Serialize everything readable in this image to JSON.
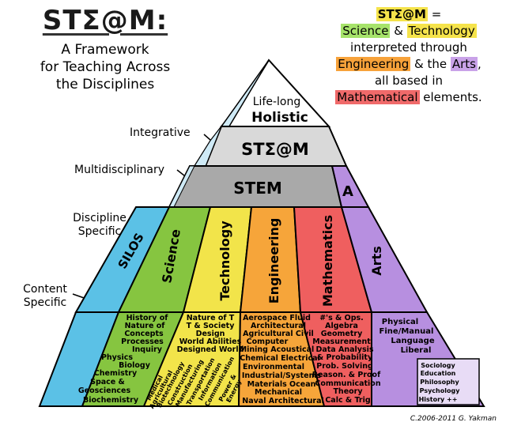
{
  "left_header": {
    "logo": "STΣ@M:",
    "subtitle_lines": [
      "A Framework",
      "for Teaching Across",
      "the Disciplines"
    ]
  },
  "right_header": {
    "line1_logo": "STΣ@M",
    "line1_eq": " =",
    "line2_a": "Science",
    "line2_amp": " & ",
    "line2_b": "Technology",
    "line3": "interpreted through",
    "line4_a": "Engineering",
    "line4_mid": " & the ",
    "line4_b": "Arts",
    "line4_end": ",",
    "line5": "all based in",
    "line6_a": "Mathematical",
    "line6_b": " elements."
  },
  "levels": {
    "integrative": "Integrative",
    "multidisciplinary": "Multidisciplinary",
    "discipline_specific": [
      "Discipline",
      "Specific"
    ],
    "content_specific": [
      "Content",
      "Specific"
    ]
  },
  "pyramid": {
    "tier_holistic": [
      "Life-long",
      "Holistic"
    ],
    "tier_steam": "STΣ@M",
    "tier_stem": "STEM",
    "tier_a": "A",
    "columns": {
      "silos": "SILOS",
      "science": "Science",
      "technology": "Technology",
      "engineering": "Engineering",
      "mathematics": "Mathematics",
      "arts": "Arts"
    },
    "content": {
      "science": [
        "History of",
        "Nature of",
        "Concepts",
        "Processes",
        "Inquiry",
        "Physics",
        "Biology",
        "Chemistry",
        "Space &",
        "Geosciences",
        "Biochemistry"
      ],
      "technology": [
        "Nature of T",
        "T & Society",
        "Design",
        "World Abilities",
        "Designed World",
        "Medical",
        "Agricultural",
        "Biotechnology",
        "Construction",
        "Manufacturing",
        "Transportation",
        "Information",
        "Communication",
        "Power &",
        "Energy"
      ],
      "engineering": [
        "Aerospace Fluid",
        "Architectural",
        "Agricultural Civil",
        "Computer",
        "Mining Acoustical",
        "Chemical Electrical",
        "Environmental",
        "Industrial/Systems",
        "Materials Ocean",
        "Mechanical",
        "Naval Architectural"
      ],
      "mathematics": [
        "#'s & Ops.",
        "Algebra",
        "Geometry",
        "Measurement",
        "Data Analysis",
        "& Probability",
        "Prob. Solving",
        "Reason. & Proof",
        "Communication",
        "Theory",
        "Calc & Trig"
      ],
      "arts": [
        "Physical",
        "Fine/Manual",
        "Language",
        "Liberal"
      ],
      "arts_sub": [
        "Sociology",
        "Education",
        "Philosophy",
        "Psychology",
        "History ++"
      ]
    }
  },
  "credit": "C.2006-2011 G. Yakman",
  "colors": {
    "science": "#86c540",
    "technology": "#f2e44a",
    "engineering": "#f6a53a",
    "mathematics": "#ef5f5f",
    "arts": "#b78fe0",
    "silos": "#5bc1e6",
    "stem": "#a9a9a9",
    "steam": "#d9d9d9",
    "integrative": "#cfeaf6"
  }
}
